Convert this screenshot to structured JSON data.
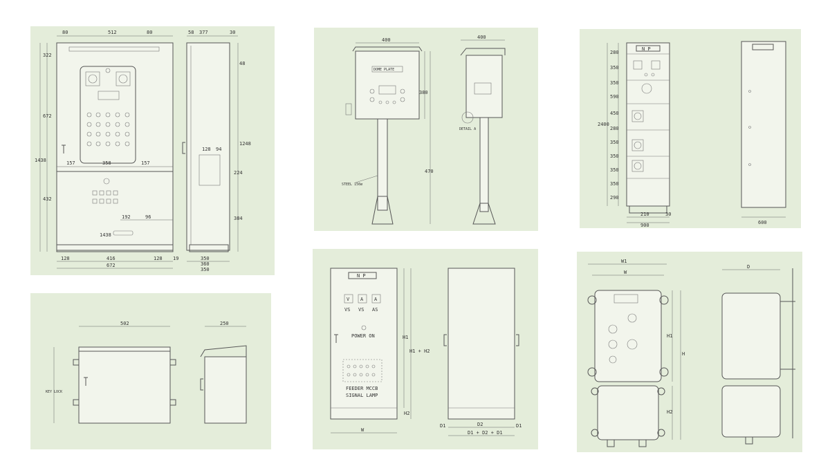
{
  "colors": {
    "panel_bg": "#e4edda",
    "line": "#555555"
  },
  "panels": {
    "p1": {
      "dims_top": [
        "80",
        "512",
        "80"
      ],
      "dims_side_top": [
        "58",
        "377",
        "30"
      ],
      "dims_left": [
        "322",
        "672",
        "1438",
        "432"
      ],
      "dims_mid": [
        "157",
        "358",
        "157"
      ],
      "dims_lower": [
        "192",
        "96",
        "1438"
      ],
      "dims_bottom": [
        "128",
        "416",
        "128",
        "672"
      ],
      "dims_side": [
        "48",
        "1248",
        "128",
        "94",
        "224",
        "384"
      ],
      "dims_side_bottom": [
        "19",
        "350",
        "360",
        "350"
      ]
    },
    "p2": {
      "label_box": "DOME PLATE",
      "label_pole": "STEEL 150ø",
      "label_base": "DETAIL A",
      "dims": [
        "400",
        "400",
        "380",
        "470"
      ]
    },
    "p3": {
      "label_np": "N P",
      "dims_left": [
        "280",
        "350",
        "350",
        "590",
        "450",
        "280",
        "350",
        "350",
        "350",
        "350",
        "290"
      ],
      "dim_total": "2400",
      "dims_bottom": [
        "210",
        "30",
        "900"
      ],
      "dim_side_bottom": "600"
    },
    "p4": {
      "dims": [
        "502",
        "250"
      ],
      "label_lock": "KEY LOCK"
    },
    "p5": {
      "label_np": "N P",
      "meters": [
        "V",
        "A",
        "A"
      ],
      "meter_labels": [
        "VS",
        "VS",
        "AS"
      ],
      "power_on": "POWER ON",
      "feeder_1": "FEEDER MCCB",
      "feeder_2": "SIGNAL LAMP",
      "dims_right": [
        "H1",
        "H1 + H2",
        "H2"
      ],
      "dim_bottom": "W",
      "dims_side_bottom": [
        "D1",
        "D1 + D2 + D1",
        "D1",
        "D2"
      ]
    },
    "p6": {
      "dims_top": [
        "W1",
        "W"
      ],
      "dims_right": [
        "H1",
        "H",
        "H2"
      ],
      "dim_side": "D"
    }
  }
}
